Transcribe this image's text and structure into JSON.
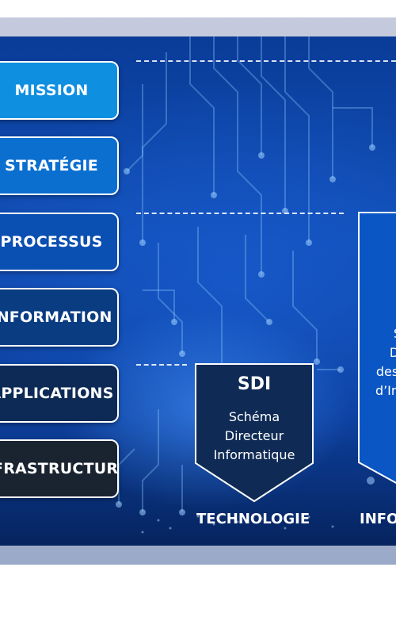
{
  "layers": [
    {
      "label": "MISSION",
      "color": "#0e8fe0"
    },
    {
      "label": "STRATÉGIE",
      "color": "#0b6fd0"
    },
    {
      "label": "PROCESSUS",
      "color": "#0a4fb2"
    },
    {
      "label": "INFORMATION",
      "color": "#0a3c82"
    },
    {
      "label": "APPLICATIONS",
      "color": "#0c2a55"
    },
    {
      "label": "INFRASTRUCTURE",
      "color": "#1a2330"
    }
  ],
  "sdi": {
    "title": "SDI",
    "line1": "Schéma",
    "line2": "Directeur",
    "line3": "Informatique",
    "column_label": "TECHNOLOGIE",
    "fill": "#0f2b55"
  },
  "second": {
    "line1": "S",
    "line2": "D",
    "line3": "des",
    "line4": "d’In",
    "column_label": "INFO",
    "fill": "#0a56c4"
  }
}
